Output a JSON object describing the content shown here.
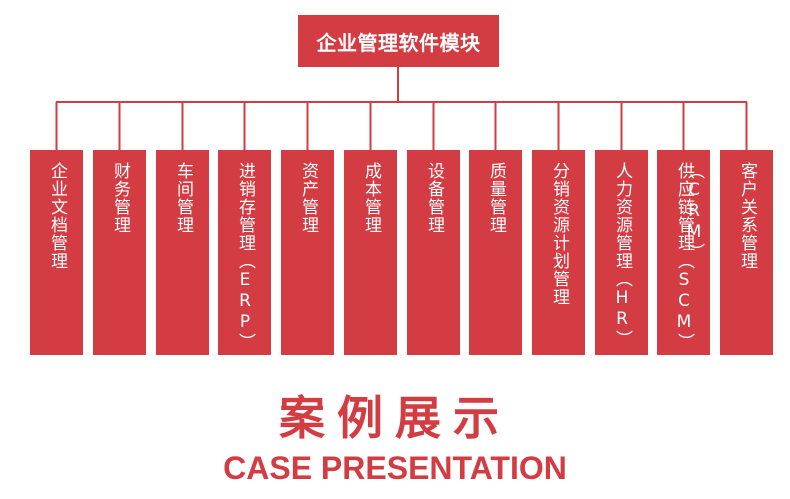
{
  "root": {
    "label": "企业管理软件模块"
  },
  "modules": [
    {
      "label": "企业文档管理"
    },
    {
      "label": "财务管理"
    },
    {
      "label": "车间管理"
    },
    {
      "label": "进销存管理（ERP）"
    },
    {
      "label": "资产管理"
    },
    {
      "label": "成本管理"
    },
    {
      "label": "设备管理"
    },
    {
      "label": "质量管理"
    },
    {
      "label": "分销资源计划管理"
    },
    {
      "label": "人力资源管理（HR）"
    },
    {
      "label": "供应链管理（SCM）"
    },
    {
      "label": "客户关系管理（CRM）"
    }
  ],
  "footer": {
    "title_cn": "案例展示",
    "title_en": "CASE PRESENTATION"
  },
  "colors": {
    "accent": "#d23c42",
    "background": "#ffffff"
  }
}
